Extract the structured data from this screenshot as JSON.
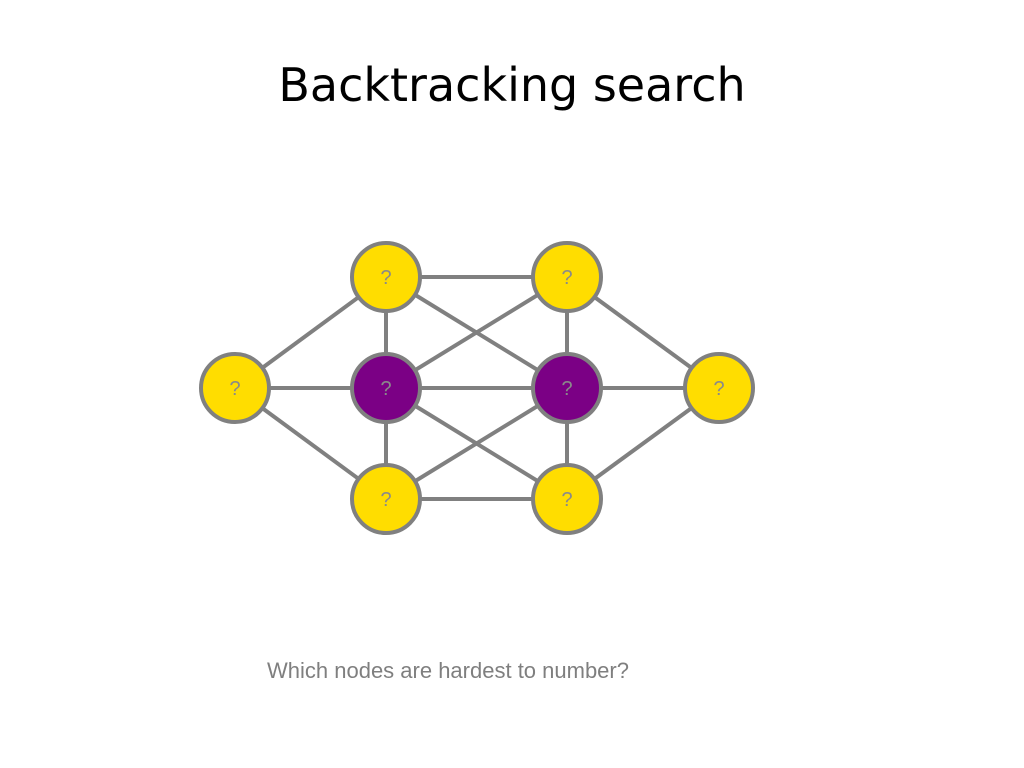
{
  "slide": {
    "title": "Backtracking search",
    "caption": "Which nodes are hardest to number?"
  },
  "colors": {
    "yellow": "#FFDD00",
    "purple": "#7B0085",
    "stroke": "#808080",
    "label": "#8a8a8a"
  },
  "graph": {
    "nodes": [
      {
        "id": "L",
        "label": "?",
        "color": "yellow"
      },
      {
        "id": "T1",
        "label": "?",
        "color": "yellow"
      },
      {
        "id": "M1",
        "label": "?",
        "color": "purple"
      },
      {
        "id": "B1",
        "label": "?",
        "color": "yellow"
      },
      {
        "id": "T2",
        "label": "?",
        "color": "yellow"
      },
      {
        "id": "M2",
        "label": "?",
        "color": "purple"
      },
      {
        "id": "B2",
        "label": "?",
        "color": "yellow"
      },
      {
        "id": "R",
        "label": "?",
        "color": "yellow"
      }
    ],
    "edges": [
      [
        "L",
        "T1"
      ],
      [
        "L",
        "M1"
      ],
      [
        "L",
        "B1"
      ],
      [
        "T1",
        "M1"
      ],
      [
        "M1",
        "B1"
      ],
      [
        "T2",
        "M2"
      ],
      [
        "M2",
        "B2"
      ],
      [
        "R",
        "T2"
      ],
      [
        "R",
        "M2"
      ],
      [
        "R",
        "B2"
      ],
      [
        "T1",
        "T2"
      ],
      [
        "M1",
        "M2"
      ],
      [
        "B1",
        "B2"
      ],
      [
        "T1",
        "M2"
      ],
      [
        "M1",
        "T2"
      ],
      [
        "M1",
        "B2"
      ],
      [
        "B1",
        "M2"
      ]
    ]
  }
}
